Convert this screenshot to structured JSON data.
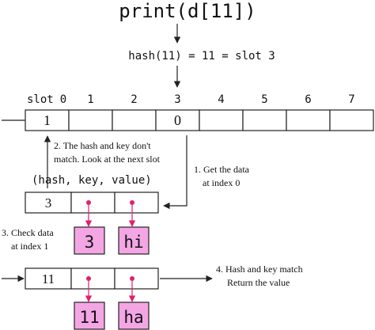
{
  "title_code": "print(d[11])",
  "hash_line": "hash(11) = 11 = slot 3",
  "slot_header": {
    "label": "slot",
    "numbers": [
      "0",
      "1",
      "2",
      "3",
      "4",
      "5",
      "6",
      "7"
    ]
  },
  "table_cells": [
    "1",
    "",
    "",
    "0",
    "",
    "",
    "",
    ""
  ],
  "entry_format": "(hash, key, value)",
  "entry1": {
    "hash": "3",
    "key": "3",
    "value": "hi"
  },
  "entry2": {
    "hash": "11",
    "key": "11",
    "value": "ha"
  },
  "notes": {
    "step1": [
      "1. Get the data",
      "at index 0"
    ],
    "step2": [
      "2. The hash and key don't",
      "match. Look at the next slot"
    ],
    "step3": [
      "3. Check data",
      "at index 1"
    ],
    "step4": [
      "4. Hash and key match",
      "Return the value"
    ]
  },
  "colors": {
    "pink_fill": "#f4a6e4",
    "pink_line": "#e0206e",
    "stroke": "#222222"
  }
}
